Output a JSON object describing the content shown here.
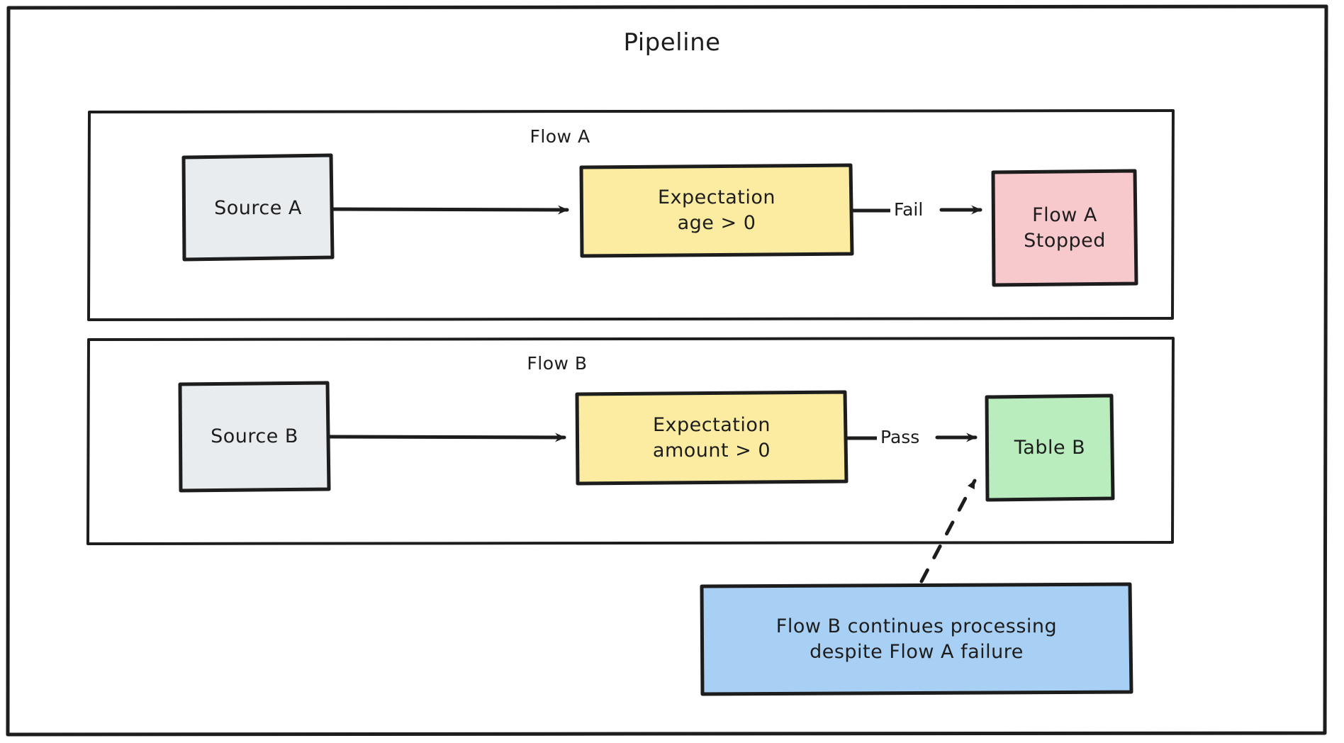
{
  "diagram": {
    "title": "Pipeline",
    "style": "hand-drawn-flowchart",
    "colors": {
      "stroke": "#1d1d1d",
      "source_fill": "#e8ecef",
      "expectation_fill": "#fbeca1",
      "stopped_fill": "#f7c8cc",
      "table_fill": "#b9edbd",
      "note_fill": "#a8d0f5",
      "background": "#ffffff"
    },
    "containers": [
      {
        "id": "pipeline",
        "label": "Pipeline"
      },
      {
        "id": "flow_a",
        "label": "Flow A"
      },
      {
        "id": "flow_b",
        "label": "Flow B"
      }
    ],
    "nodes": [
      {
        "id": "source_a",
        "label": "Source A",
        "shape": "rect",
        "fill": "source_fill",
        "group": "flow_a"
      },
      {
        "id": "expectation_a",
        "label": "Expectation\nage > 0",
        "line1": "Expectation",
        "line2": "age > 0",
        "shape": "rect",
        "fill": "expectation_fill",
        "group": "flow_a"
      },
      {
        "id": "flow_a_stopped",
        "label": "Flow A\nStopped",
        "line1": "Flow A",
        "line2": "Stopped",
        "shape": "rect",
        "fill": "stopped_fill",
        "group": "flow_a"
      },
      {
        "id": "source_b",
        "label": "Source B",
        "shape": "rect",
        "fill": "source_fill",
        "group": "flow_b"
      },
      {
        "id": "expectation_b",
        "label": "Expectation\namount > 0",
        "line1": "Expectation",
        "line2": "amount > 0",
        "shape": "rect",
        "fill": "expectation_fill",
        "group": "flow_b"
      },
      {
        "id": "table_b",
        "label": "Table B",
        "shape": "rect",
        "fill": "table_fill",
        "group": "flow_b"
      },
      {
        "id": "note",
        "label": "Flow B continues processing\ndespite Flow A failure",
        "line1": "Flow B continues processing",
        "line2": "despite Flow A failure",
        "shape": "rect",
        "fill": "note_fill",
        "group": "pipeline"
      }
    ],
    "edges": [
      {
        "from": "source_a",
        "to": "expectation_a",
        "label": "",
        "style": "solid"
      },
      {
        "from": "expectation_a",
        "to": "flow_a_stopped",
        "label": "Fail",
        "style": "solid"
      },
      {
        "from": "source_b",
        "to": "expectation_b",
        "label": "",
        "style": "solid"
      },
      {
        "from": "expectation_b",
        "to": "table_b",
        "label": "Pass",
        "style": "solid"
      },
      {
        "from": "note",
        "to": "table_b",
        "label": "",
        "style": "dashed"
      }
    ]
  }
}
